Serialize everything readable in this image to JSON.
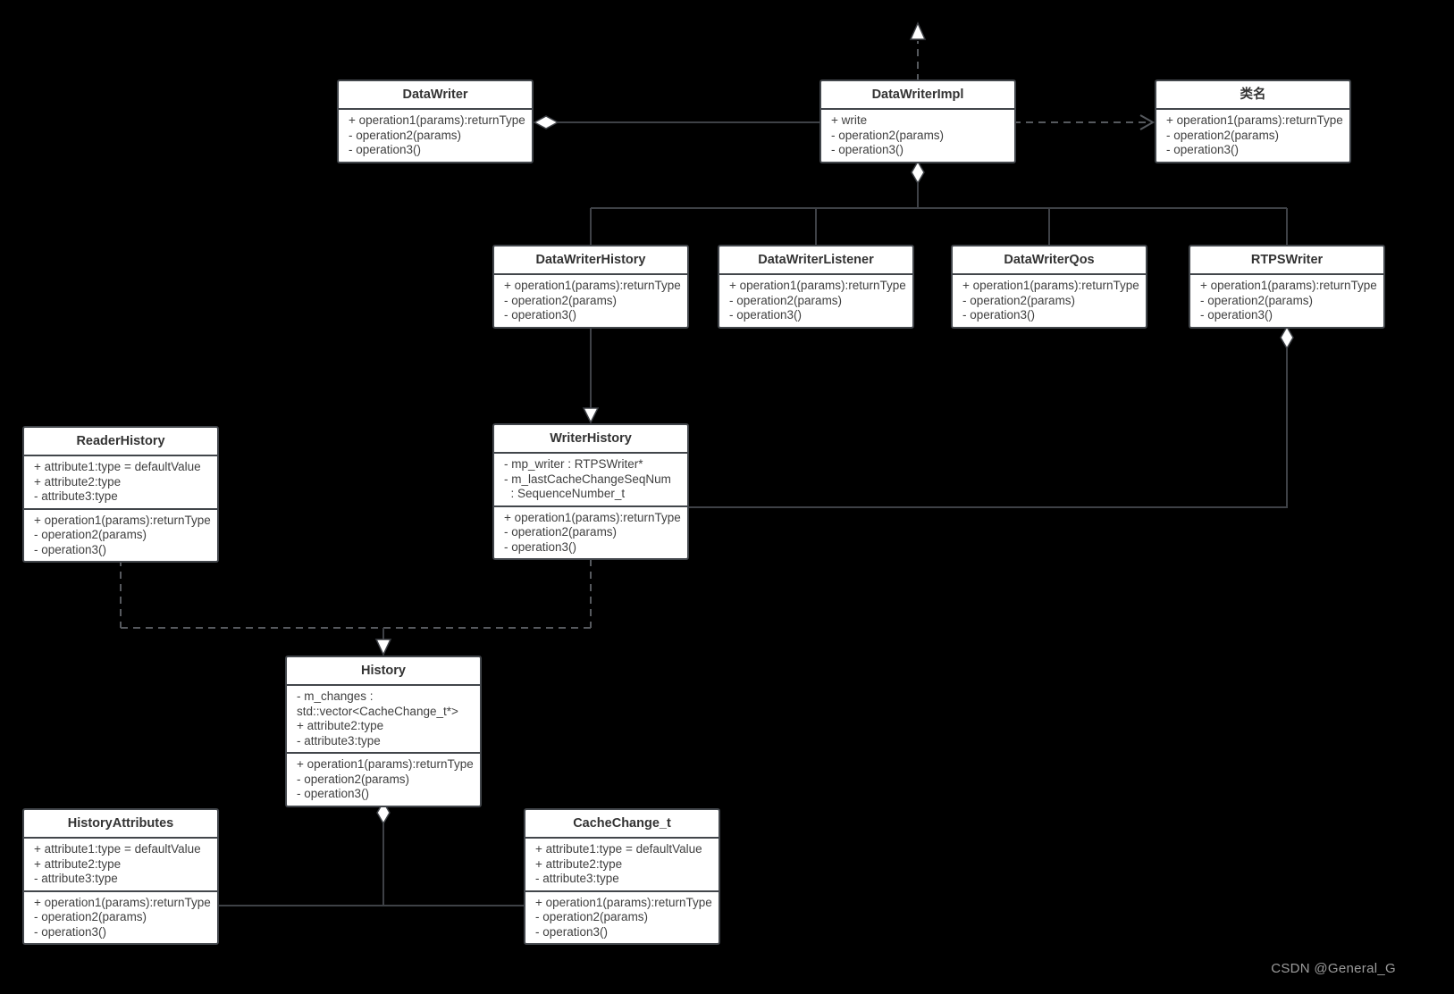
{
  "colors": {
    "bg": "#000000",
    "box-bg": "#ffffff",
    "box-border": "#42464b",
    "title": "#333333",
    "text": "#404040",
    "line": "#3e4146",
    "dashline": "#56595e",
    "marker": "#ffffff",
    "watermark": "#9c9c9c"
  },
  "classes": {
    "datawriter": {
      "title": "DataWriter",
      "attributes": [],
      "operations": [
        "+ operation1(params):returnType",
        "- operation2(params)",
        "- operation3()"
      ]
    },
    "datawriterimpl": {
      "title": "DataWriterImpl",
      "attributes": [],
      "operations": [
        "+ write",
        "- operation2(params)",
        "- operation3()"
      ]
    },
    "classname": {
      "title": "类名",
      "attributes": [],
      "operations": [
        "+ operation1(params):returnType",
        "- operation2(params)",
        "- operation3()"
      ]
    },
    "datawriterhistory": {
      "title": "DataWriterHistory",
      "attributes": [],
      "operations": [
        "+ operation1(params):returnType",
        "- operation2(params)",
        "- operation3()"
      ]
    },
    "datawriterlistener": {
      "title": "DataWriterListener",
      "attributes": [],
      "operations": [
        "+ operation1(params):returnType",
        "- operation2(params)",
        "- operation3()"
      ]
    },
    "datawriterqos": {
      "title": "DataWriterQos",
      "attributes": [],
      "operations": [
        "+ operation1(params):returnType",
        "- operation2(params)",
        "- operation3()"
      ]
    },
    "rtpswriter": {
      "title": "RTPSWriter",
      "attributes": [],
      "operations": [
        "+ operation1(params):returnType",
        "- operation2(params)",
        "- operation3()"
      ]
    },
    "readerhistory": {
      "title": "ReaderHistory",
      "attributes": [
        "+ attribute1:type = defaultValue",
        "+ attribute2:type",
        "- attribute3:type"
      ],
      "operations": [
        "+ operation1(params):returnType",
        "- operation2(params)",
        "- operation3()"
      ]
    },
    "writerhistory": {
      "title": "WriterHistory",
      "attributes": [
        "- mp_writer : RTPSWriter*",
        "- m_lastCacheChangeSeqNum",
        "  : SequenceNumber_t"
      ],
      "operations": [
        "+ operation1(params):returnType",
        "- operation2(params)",
        "- operation3()"
      ]
    },
    "history": {
      "title": "History",
      "attributes": [
        "- m_changes :",
        "std::vector<CacheChange_t*>",
        "+ attribute2:type",
        "- attribute3:type"
      ],
      "operations": [
        "+ operation1(params):returnType",
        "- operation2(params)",
        "- operation3()"
      ]
    },
    "historyattributes": {
      "title": "HistoryAttributes",
      "attributes": [
        "+ attribute1:type = defaultValue",
        "+ attribute2:type",
        "- attribute3:type"
      ],
      "operations": [
        "+ operation1(params):returnType",
        "- operation2(params)",
        "- operation3()"
      ]
    },
    "cachechange": {
      "title": "CacheChange_t",
      "attributes": [
        "+ attribute1:type = defaultValue",
        "+ attribute2:type",
        "- attribute3:type"
      ],
      "operations": [
        "+ operation1(params):returnType",
        "- operation2(params)",
        "- operation3()"
      ]
    }
  },
  "relationships": [
    "DataWriterImpl ..|> (realization arrow up, off-diagram)",
    "DataWriter o-- DataWriterImpl (aggregation)",
    "DataWriterImpl ..> 类名 (dependency)",
    "DataWriterImpl *-- DataWriterHistory, DataWriterListener, DataWriterQos, RTPSWriter",
    "DataWriterHistory --|> WriterHistory (generalization)",
    "RTPSWriter o-- WriterHistory (aggregation)",
    "ReaderHistory / WriterHistory ..|> History (realization)",
    "History o-- HistoryAttributes, CacheChange_t (aggregation)"
  ],
  "watermark": {
    "text": "CSDN @General_G"
  }
}
